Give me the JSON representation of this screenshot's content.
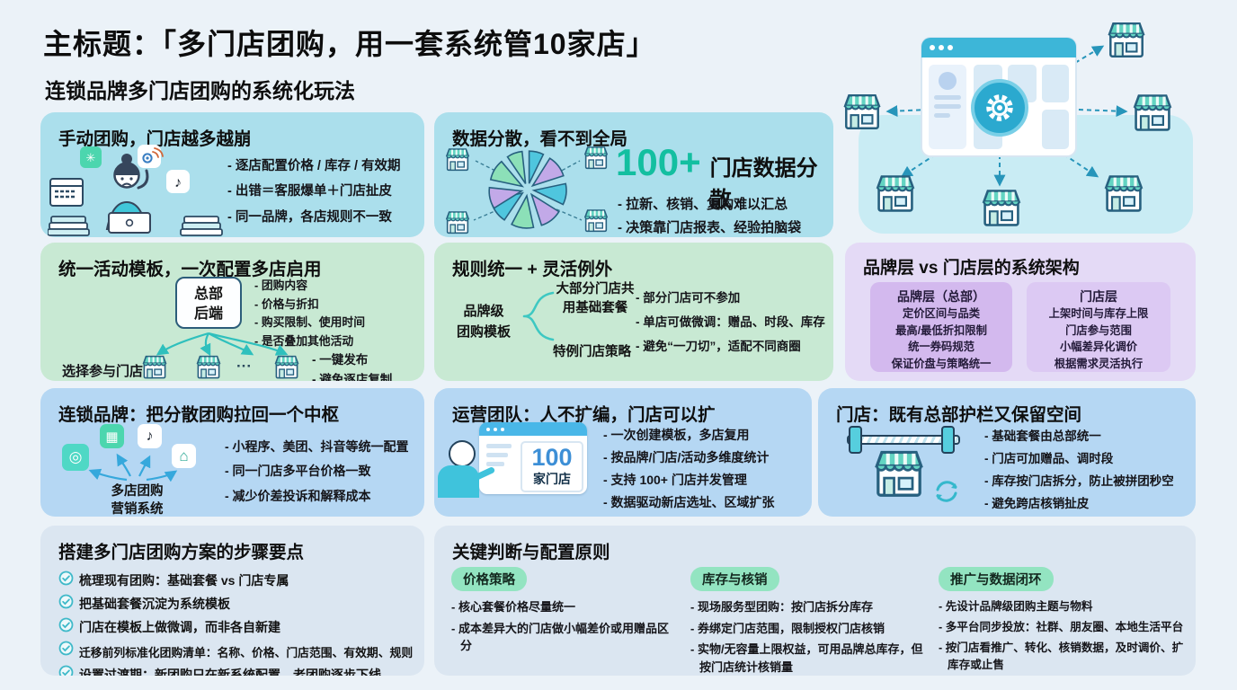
{
  "header": {
    "title": "主标题：「多门店团购，用一套系统管10家店」",
    "subtitle": "连锁品牌多门店团购的系统化玩法"
  },
  "colors": {
    "accent_teal": "#2bb3a3",
    "highlight_green": "#13bfa0",
    "purple": "#c2a9e8",
    "card_blue": "#b5d7f3"
  },
  "icons": {
    "ellipsis": "···",
    "note": "♪",
    "home": "⌂",
    "dizzy": "✳",
    "hub": "◎",
    "grid": "▦"
  },
  "cards": {
    "manual": {
      "title": "手动团购，门店越多越崩",
      "bullets": [
        "- 逐店配置价格 / 库存 / 有效期",
        "- 出错＝客服爆单＋门店扯皮",
        "- 同一品牌，各店规则不一致"
      ]
    },
    "data_scatter": {
      "title": "数据分散，看不到全局",
      "big_number": "100+",
      "big_label": "门店数据分散",
      "bullets": [
        "- 拉新、核销、复购难以汇总",
        "- 决策靠门店报表、经验拍脑袋"
      ]
    },
    "template": {
      "title": "统一活动模板，一次配置多店启用",
      "hq_line1": "总部",
      "hq_line2": "后端",
      "hq_bullets": [
        "- 团购内容",
        "- 价格与折扣",
        "- 购买限制、使用时间",
        "- 是否叠加其他活动"
      ],
      "select_label": "选择参与门店",
      "right_bullets": [
        "- 一键发布",
        "- 避免逐店复制"
      ]
    },
    "rules": {
      "title": "规则统一 + 灵活例外",
      "left_line1": "品牌级",
      "left_line2": "团购模板",
      "branch_top_line1": "大部分门店共",
      "branch_top_line2": "用基础套餐",
      "branch_bottom": "特例门店策略",
      "bullets": [
        "- 部分门店可不参加",
        "- 单店可做微调：赠品、时段、库存",
        "- 避免“一刀切”，适配不同商圈"
      ]
    },
    "architecture": {
      "title": "品牌层 vs 门店层的系统架构",
      "brand": {
        "header": "品牌层（总部）",
        "lines": [
          "定价区间与品类",
          "最高/最低折扣限制",
          "统一券码规范",
          "保证价盘与策略统一"
        ]
      },
      "store": {
        "header": "门店层",
        "lines": [
          "上架时间与库存上限",
          "门店参与范围",
          "小幅差异化调价",
          "根据需求灵活执行"
        ]
      }
    },
    "chain": {
      "title": "连锁品牌：把分散团购拉回一个中枢",
      "hub_line1": "多店团购",
      "hub_line2": "营销系统",
      "bullets": [
        "- 小程序、美团、抖音等统一配置",
        "- 同一门店多平台价格一致",
        "- 减少价差投诉和解释成本"
      ]
    },
    "ops": {
      "title": "运营团队：人不扩编，门店可以扩",
      "screen_number": "100",
      "screen_label": "家门店",
      "bullets": [
        "- 一次创建模板，多店复用",
        "- 按品牌/门店/活动多维度统计",
        "- 支持 100+ 门店并发管理",
        "- 数据驱动新店选址、区域扩张"
      ]
    },
    "store_guard": {
      "title": "门店：既有总部护栏又保留空间",
      "bullets": [
        "- 基础套餐由总部统一",
        "- 门店可加赠品、调时段",
        "- 库存按门店拆分，防止被拼团秒空",
        "- 避免跨店核销扯皮"
      ]
    },
    "steps": {
      "title": "搭建多门店团购方案的步骤要点",
      "items": [
        "梳理现有团购：基础套餐 vs 门店专属",
        "把基础套餐沉淀为系统模板",
        "门店在模板上做微调，而非各自新建",
        "迁移前列标准化团购清单：名称、价格、门店范围、有效期、规则",
        "设置过渡期：新团购只在新系统配置，老团购逐步下线"
      ]
    },
    "principles": {
      "title": "关键判断与配置原则",
      "columns": [
        {
          "tag": "价格策略",
          "bullets": [
            "- 核心套餐价格尽量统一",
            "- 成本差异大的门店做小幅差价或用赠品区分"
          ]
        },
        {
          "tag": "库存与核销",
          "bullets": [
            "- 现场服务型团购：按门店拆分库存",
            "- 券绑定门店范围，限制授权门店核销",
            "- 实物/无容量上限权益，可用品牌总库存，但按门店统计核销量"
          ]
        },
        {
          "tag": "推广与数据闭环",
          "bullets": [
            "- 先设计品牌级团购主题与物料",
            "- 多平台同步投放：社群、朋友圈、本地生活平台",
            "- 按门店看推广、转化、核销数据，及时调价、扩库存或止售"
          ]
        }
      ]
    }
  }
}
